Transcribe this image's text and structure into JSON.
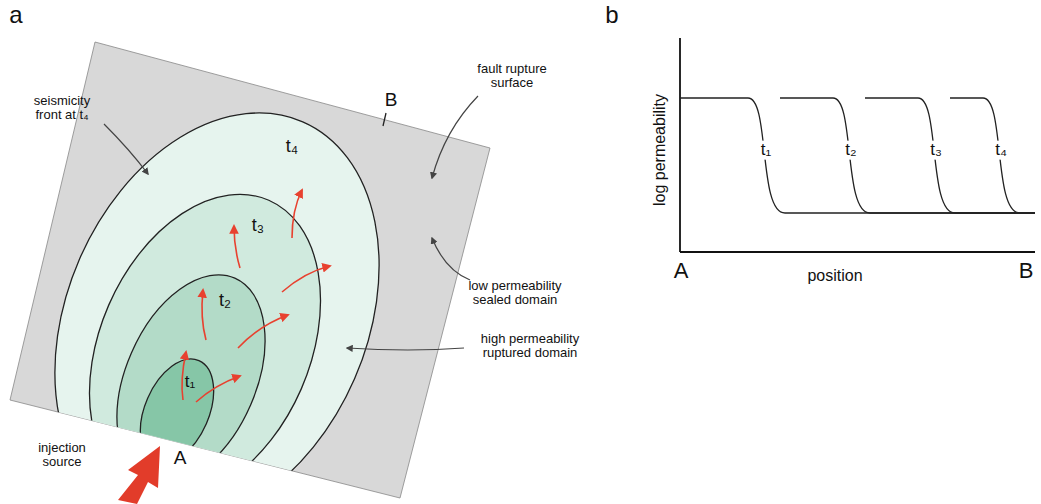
{
  "diagram": {
    "labels": [
      "a",
      "seismicity front at t₄",
      "B",
      "fault rupture surface",
      "t₄",
      "t₃",
      "t₂",
      "t₁",
      "low permeability sealed domain",
      "high permeability ruptured domain",
      "injection source",
      "A",
      "b",
      "log permeability",
      "t₁",
      "t₂",
      "t₃",
      "t₄",
      "A",
      "position",
      "B"
    ]
  }
}
